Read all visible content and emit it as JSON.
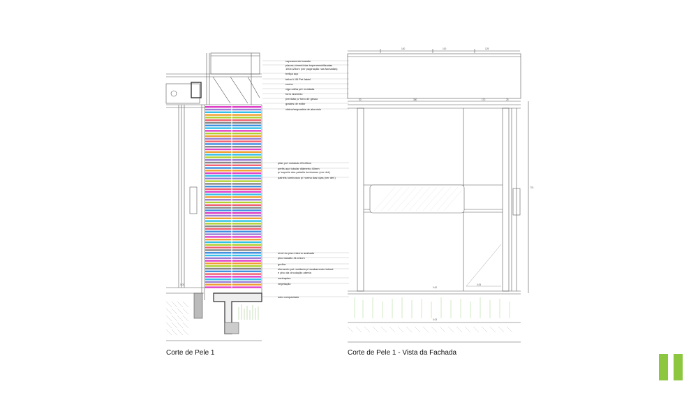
{
  "captions": {
    "section": "Corte de Pele 1",
    "elevation": "Corte de Pele 1 - Vista da Fachada"
  },
  "callouts": [
    "capeamento basalto",
    "placas cimentícias impermeabilizadas",
    "150x125cm (ver paginação nas fachadas)",
    "treliça aço",
    "telha V-45 Pré fabiel",
    "cocho",
    "viga calha pré moldada",
    "forro alumínio",
    "previsão p/ forro de gesso",
    "grades de exibir",
    "vitrine/esquadria de alumínio",
    "pilar pré moldado 20x45cm",
    "perfis aço tubular diâmetro 40mm",
    "p/ suporte dos painéis luminosos (ver det.)",
    "painéis luminosos p/ norma das lojas (ver det.)",
    "nível do piso interno acabado",
    "piso basalto 41x41cm",
    "grelha",
    "elemento pré moldado p/ acabamento lateral",
    "e piso da circulação aberta",
    "contrapiso",
    "vegetação",
    "solo compactado"
  ],
  "dimensions": {
    "top": [
      "100",
      "100",
      "125"
    ],
    "beam": [
      "30",
      "380",
      "170",
      "25"
    ],
    "right_height": "775",
    "level_a": "0.00",
    "level_b": "0.05",
    "level_c": "0.00",
    "level_d": "0.03"
  },
  "colors": {
    "logo_green": "#8dc63f",
    "stripes": [
      "#e040c8",
      "#9b7fd4",
      "#33c0e8",
      "#f0a030",
      "#b0d030",
      "#f06070",
      "#888888",
      "#4090e0"
    ]
  }
}
